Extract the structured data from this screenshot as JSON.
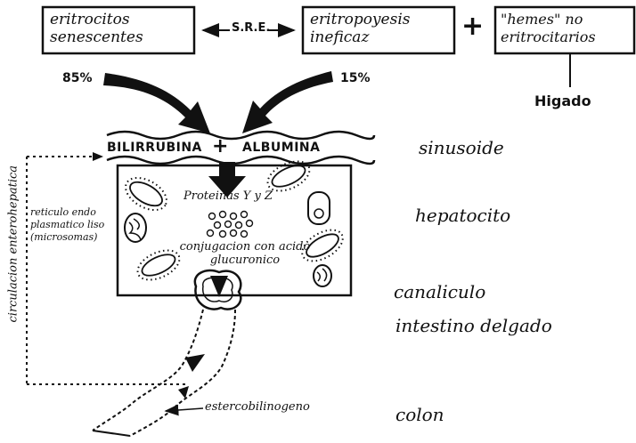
{
  "sources": {
    "eritrocitos": "eritrocitos senescentes",
    "sre": "S.R.E.",
    "eritropoyesis": "eritropoyesis ineficaz",
    "plus": "+",
    "hemes": "\"hemes\" no eritrocitarios",
    "higado": "Higado"
  },
  "percentages": {
    "left": "85%",
    "right": "15%"
  },
  "hepatocyte": {
    "bilirrubina": "BILIRRUBINA",
    "plus": "+",
    "albumina": "ALBUMINA",
    "proteinas": "Proteinas Y y Z",
    "reticulo": "reticulo endo plasmatico liso (microsomas)",
    "conjugacion": "conjugacion con acido glucuronico"
  },
  "side": {
    "circulacion": "circulacion enterohepatica",
    "estercobilinogeno": "estercobilinogeno"
  },
  "labels": {
    "sinusoide": "sinusoide",
    "hepatocito": "hepatocito",
    "canaliculo": "canaliculo",
    "intestino": "intestino delgado",
    "colon": "colon"
  },
  "colors": {
    "ink": "#111111",
    "paper": "#ffffff"
  }
}
